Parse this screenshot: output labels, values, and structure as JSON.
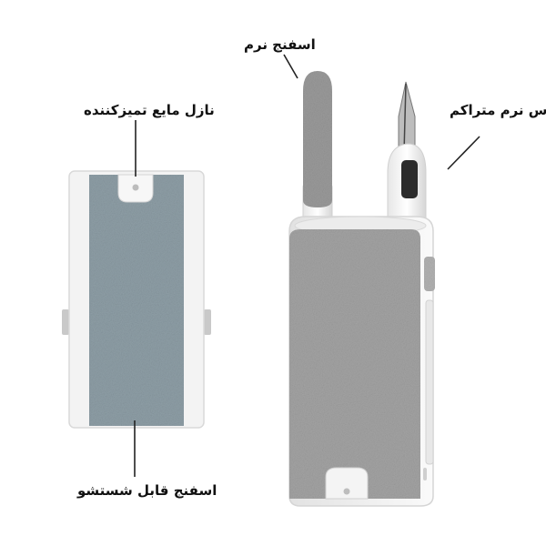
{
  "labels": {
    "nozzle": "نازل مایع تمیزکننده",
    "soft_sponge": "اسفنج نرم",
    "brush": "برس نرم متراکم",
    "washable_sponge": "اسفنج قابل شستشو"
  },
  "colors": {
    "background": "#ffffff",
    "sponge_front": "#8e9ea6",
    "sponge_gray": "#a3a3a3",
    "body_white": "#f1f1f1",
    "text": "#111111"
  }
}
